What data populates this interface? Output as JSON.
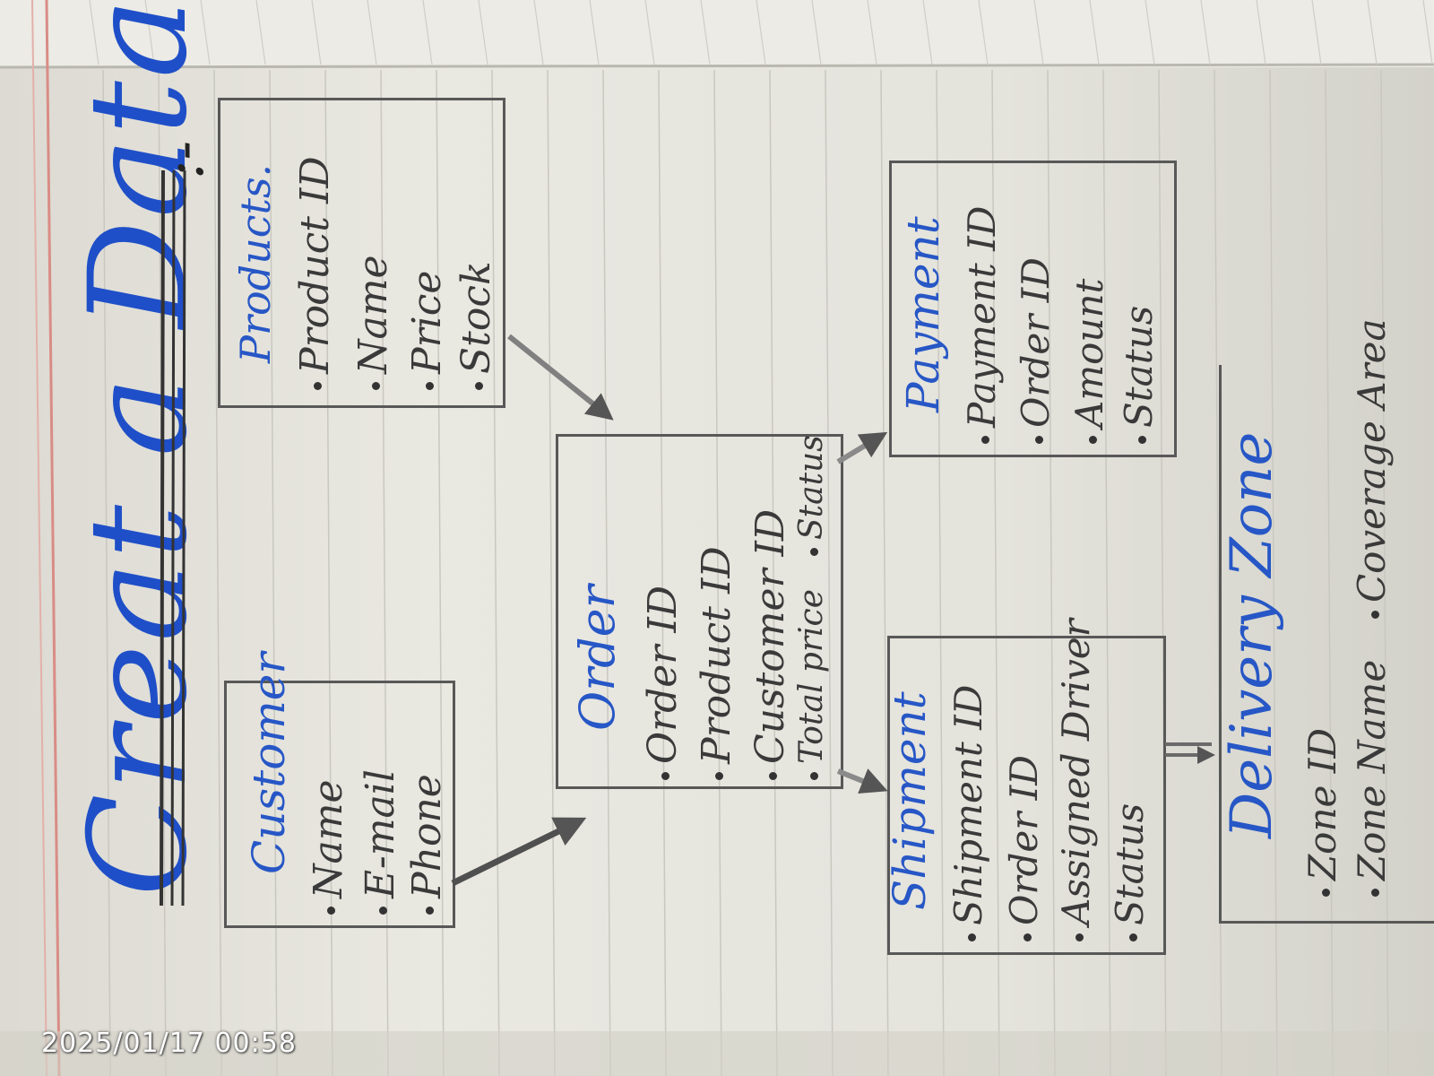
{
  "title": "Creat a Data Schema",
  "title_colon": ":-",
  "timestamp": "2025/01/17 00:58",
  "entities": {
    "customer": {
      "title": "Customer",
      "fields": [
        "Name",
        "E-mail",
        "Phone"
      ]
    },
    "product": {
      "title": "Products",
      "title_suffix": ".",
      "fields": [
        "Product ID",
        "Name",
        "Price",
        "Stock"
      ]
    },
    "order": {
      "title": "Order",
      "fields": [
        "Order ID",
        "Product ID",
        "Customer ID",
        "Total price",
        "Status"
      ]
    },
    "payment": {
      "title": "Payment",
      "fields": [
        "Payment ID",
        "Order ID",
        "Amount",
        "Status"
      ]
    },
    "shipment": {
      "title": "Shipment",
      "fields": [
        "Shipment ID",
        "Order ID",
        "Assigned Driver",
        "Status"
      ]
    },
    "delivery_zone": {
      "title": "Delivery Zone",
      "fields": [
        "Zone ID",
        "Zone Name",
        "Coverage Area"
      ]
    }
  },
  "colors": {
    "ink_blue": "#2757c6",
    "pencil": "#585858",
    "paper": "#e9e8e1",
    "margin_red": "#d98c86"
  }
}
